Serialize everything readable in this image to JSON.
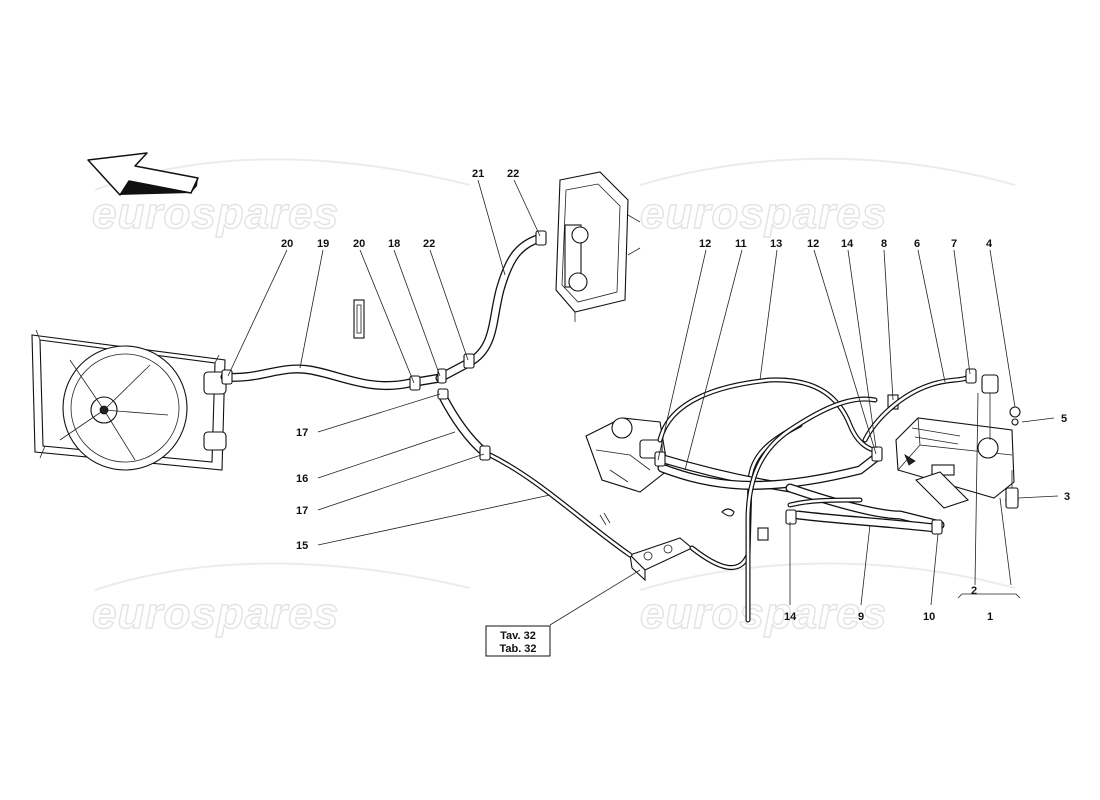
{
  "watermarks": [
    "eurospares",
    "eurospares",
    "eurospares",
    "eurospares"
  ],
  "callouts": [
    {
      "id": "c20a",
      "text": "20"
    },
    {
      "id": "c19",
      "text": "19"
    },
    {
      "id": "c20b",
      "text": "20"
    },
    {
      "id": "c18",
      "text": "18"
    },
    {
      "id": "c22a",
      "text": "22"
    },
    {
      "id": "c21",
      "text": "21"
    },
    {
      "id": "c22b",
      "text": "22"
    },
    {
      "id": "c17a",
      "text": "17"
    },
    {
      "id": "c16",
      "text": "16"
    },
    {
      "id": "c17b",
      "text": "17"
    },
    {
      "id": "c15",
      "text": "15"
    },
    {
      "id": "c12a",
      "text": "12"
    },
    {
      "id": "c11",
      "text": "11"
    },
    {
      "id": "c13",
      "text": "13"
    },
    {
      "id": "c12b",
      "text": "12"
    },
    {
      "id": "c14a",
      "text": "14"
    },
    {
      "id": "c8",
      "text": "8"
    },
    {
      "id": "c6",
      "text": "6"
    },
    {
      "id": "c7",
      "text": "7"
    },
    {
      "id": "c4",
      "text": "4"
    },
    {
      "id": "c5",
      "text": "5"
    },
    {
      "id": "c3",
      "text": "3"
    },
    {
      "id": "c14b",
      "text": "14"
    },
    {
      "id": "c9",
      "text": "9"
    },
    {
      "id": "c10",
      "text": "10"
    },
    {
      "id": "c2",
      "text": "2"
    },
    {
      "id": "c1",
      "text": "1"
    }
  ],
  "table_ref": {
    "line1": "Tav. 32",
    "line2": "Tab. 32"
  }
}
